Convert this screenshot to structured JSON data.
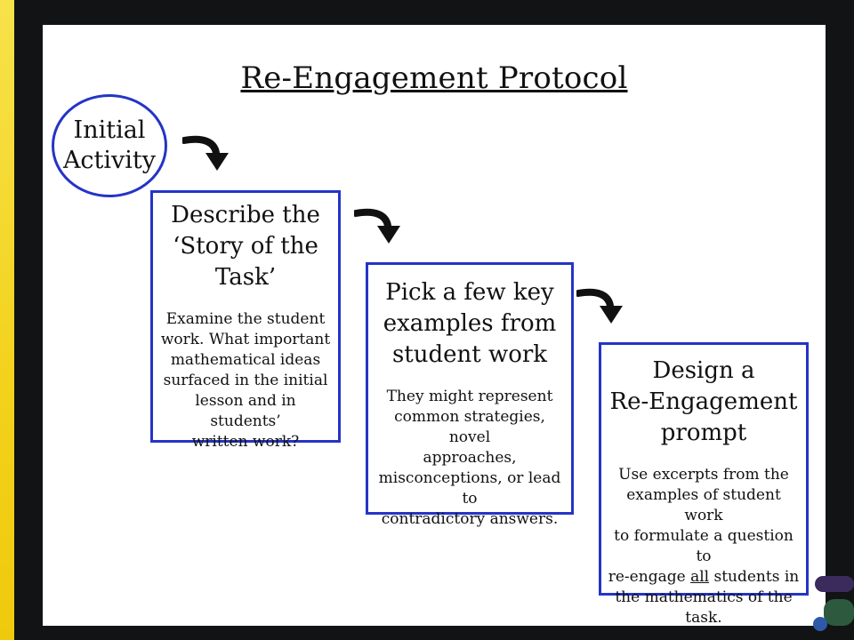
{
  "title": "Re-Engagement Protocol",
  "initial": {
    "line1": "Initial",
    "line2": "Activity"
  },
  "steps": [
    {
      "heading": [
        "Describe the",
        "‘Story of the",
        "Task’"
      ],
      "body": [
        "Examine the student",
        "work. What important",
        "mathematical ideas",
        "surfaced in the initial",
        "lesson and in students’",
        "written work?"
      ]
    },
    {
      "heading": [
        "Pick a few key",
        "examples from",
        "student work"
      ],
      "body": [
        "They might represent",
        "common strategies, novel",
        "approaches,",
        "misconceptions, or lead to",
        "contradictory answers."
      ]
    },
    {
      "heading": [
        "Design a",
        "Re-Engagement",
        "prompt"
      ],
      "body_parts": {
        "l1": "Use excerpts from the",
        "l2": "examples of student work",
        "l3": "to formulate a question to",
        "l4a": "re-engage ",
        "l4b": "all",
        "l4c": " students in",
        "l5": "the mathematics of the",
        "l6": "task."
      }
    }
  ],
  "colors": {
    "border": "#2534c6",
    "background": "#111314",
    "strip": "#f3d21c"
  },
  "icons": {
    "arrow": "curved-down-arrow-icon"
  }
}
